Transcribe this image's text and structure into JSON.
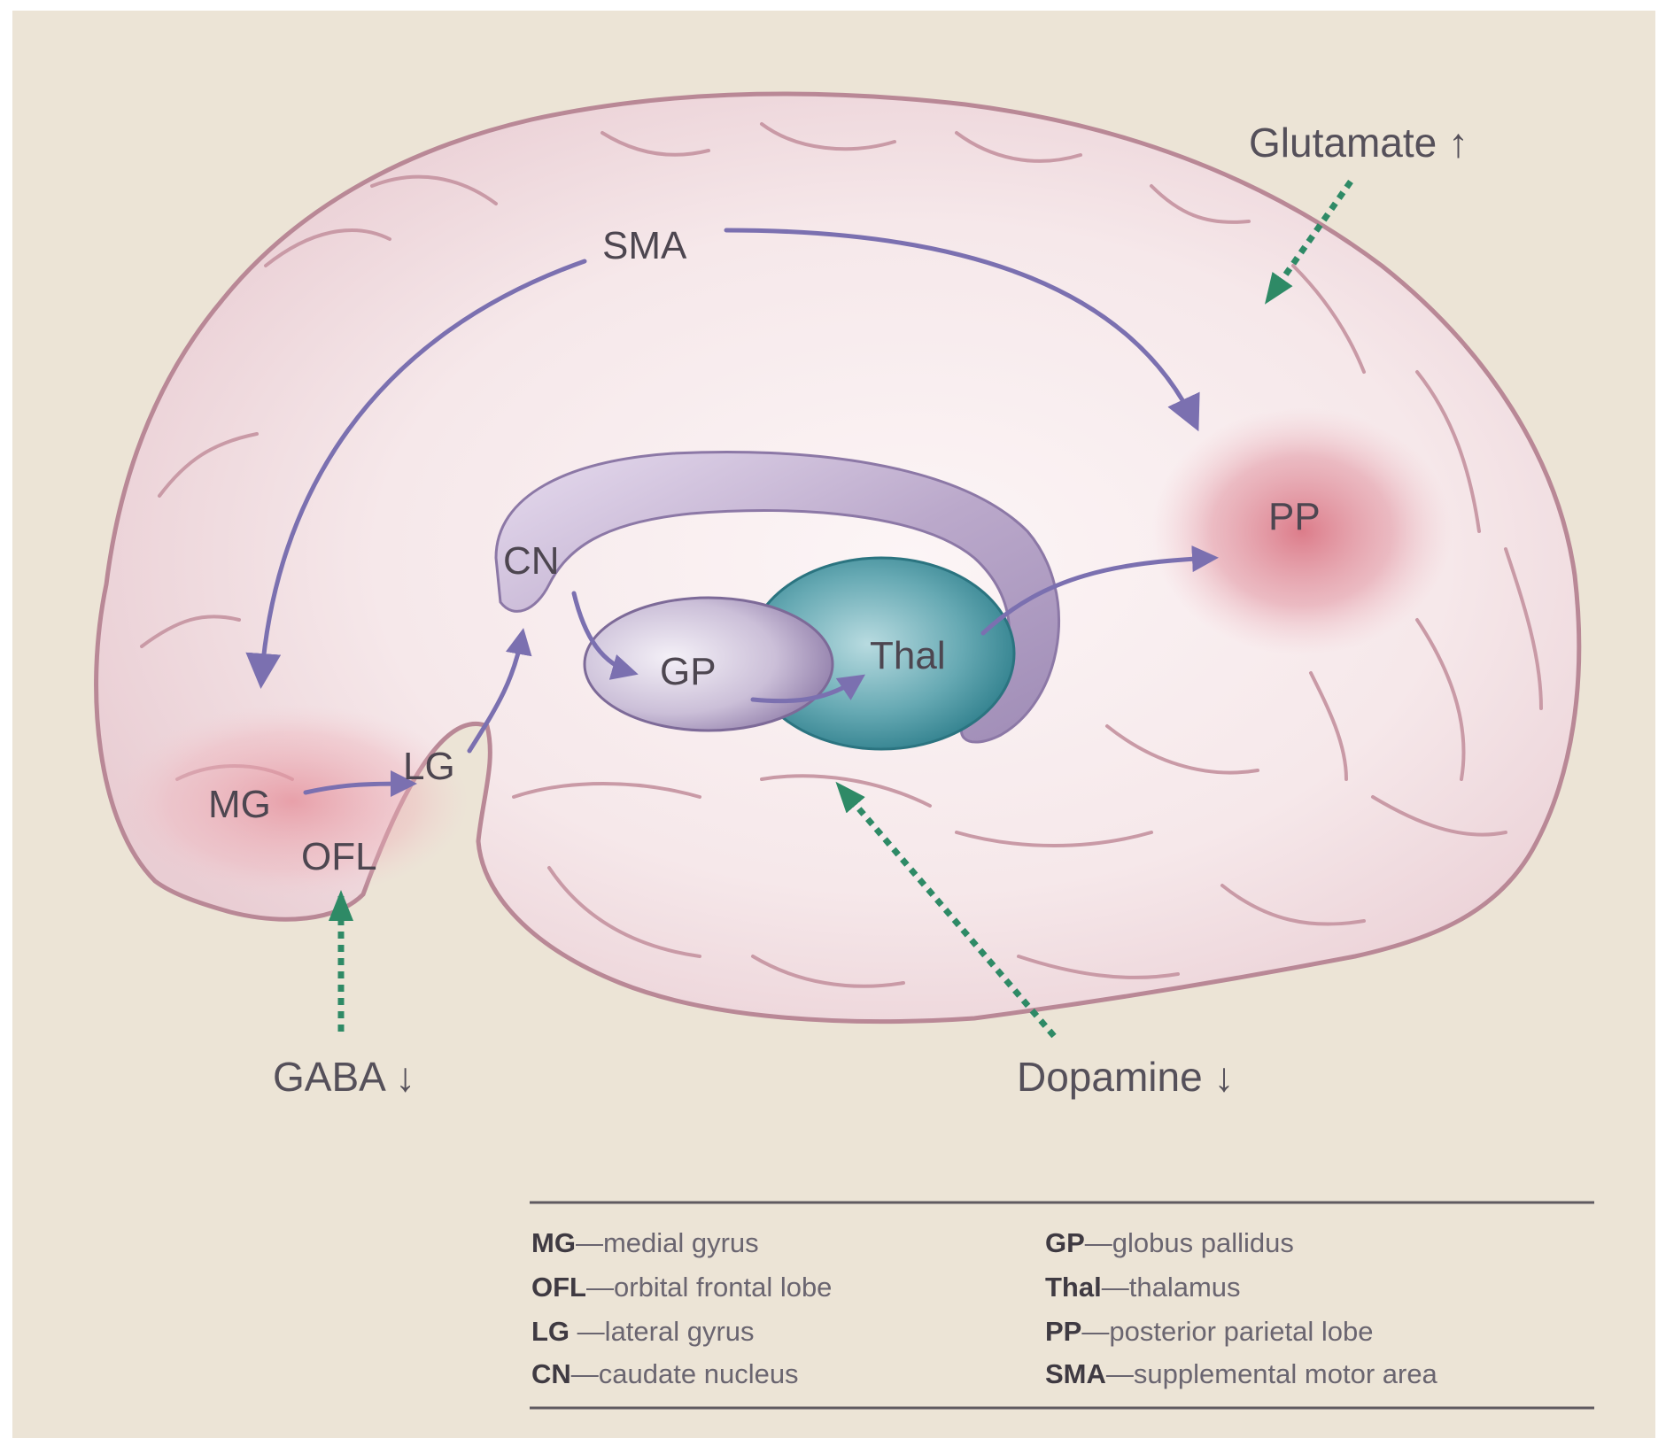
{
  "regions": {
    "sma": "SMA",
    "pp": "PP",
    "cn": "CN",
    "gp": "GP",
    "thal": "Thal",
    "mg": "MG",
    "lg": "LG",
    "ofl": "OFL"
  },
  "neurotransmitters": {
    "glutamate": "Glutamate ↑",
    "gaba": "GABA ↓",
    "dopamine": "Dopamine ↓"
  },
  "legend": {
    "left": [
      {
        "abbr": "MG",
        "definition": "—medial gyrus"
      },
      {
        "abbr": "OFL",
        "definition": "—orbital frontal lobe"
      },
      {
        "abbr": "LG",
        "definition": " —lateral gyrus"
      },
      {
        "abbr": "CN",
        "definition": "—caudate nucleus"
      }
    ],
    "right": [
      {
        "abbr": "GP",
        "definition": "—globus pallidus"
      },
      {
        "abbr": "Thal",
        "definition": "—thalamus"
      },
      {
        "abbr": "PP",
        "definition": "—posterior parietal lobe"
      },
      {
        "abbr": "SMA",
        "definition": "—supplemental motor area"
      }
    ]
  },
  "colors": {
    "background": "#ece4d6",
    "brain": "#f2dfe3",
    "pathway_arrow": "#7b70b0",
    "neurotransmitter_arrow": "#2e8a66",
    "thalamus": "#4f9aa6",
    "caudate": "#b7a6c8",
    "hot_region": "#dc8a98"
  }
}
